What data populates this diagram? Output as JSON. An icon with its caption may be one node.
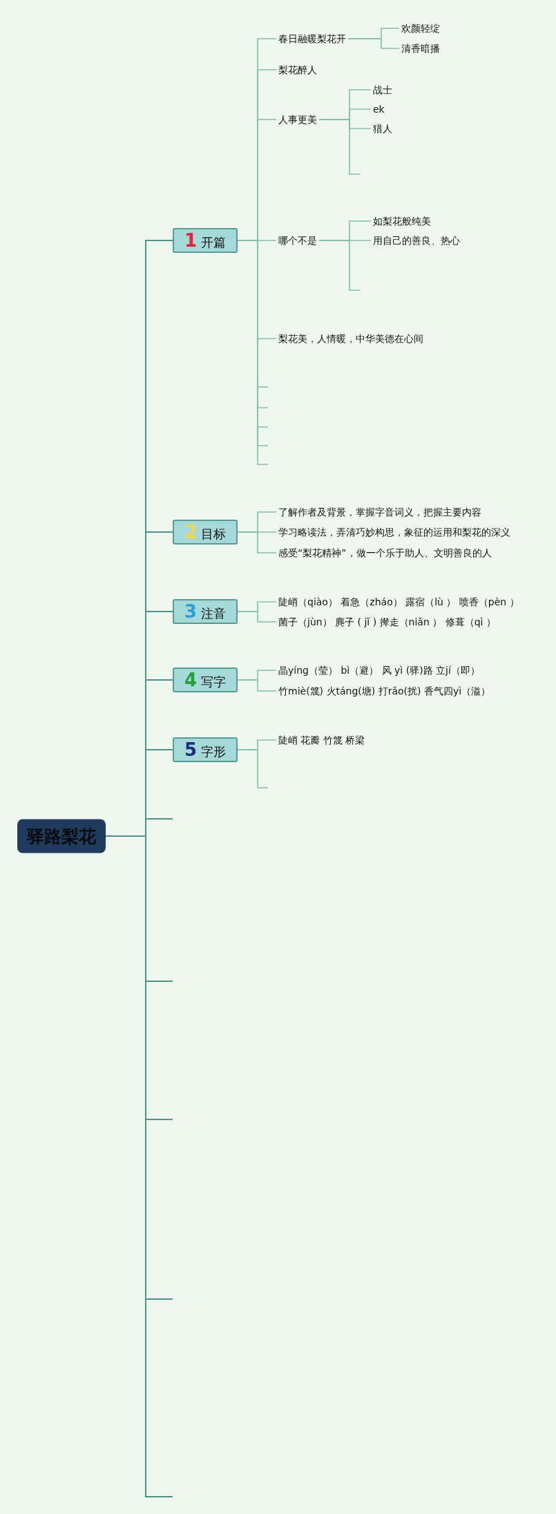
{
  "diagram": {
    "nodes": [
      {
        "text": [
          "驿路梨花"
        ]
      },
      {
        "text": [
          "1 开篇"
        ]
      },
      {
        "text": [
          "春日融暖梨花开"
        ]
      },
      {
        "text": [
          "欢颜轻绽"
        ]
      },
      {
        "text": [
          "清香暗播"
        ]
      },
      {
        "text": [
          "梨花醉人"
        ]
      },
      {
        "text": [
          "人事更美"
        ]
      },
      {
        "text": [
          "战士"
        ]
      },
      {
        "text": [
          "ek"
        ]
      },
      {
        "text": [
          "猎人"
        ]
      },
      {
        "text": [
          "哪个不是"
        ]
      },
      {
        "text": [
          "如梨花般纯美"
        ]
      },
      {
        "text": [
          "用自己的善良、热心"
        ]
      },
      {
        "text": [
          "梨花美，人情暖，中华美德在心间"
        ]
      },
      {
        "text": [
          "2 目标"
        ]
      },
      {
        "text": [
          "了解作者及背景，掌握字音词义，把握主要内容"
        ]
      },
      {
        "text": [
          "学习略读法，弄清巧妙构思，象征的运用和梨花的深义"
        ]
      },
      {
        "text": [
          "感受“梨花精神”，做一个乐于助人、文明善良的人"
        ]
      },
      {
        "text": [
          "3 注音"
        ]
      },
      {
        "text": [
          "陡峭（qiào） 着急（zháo） 露宿（lù ） 喷香（pèn ）"
        ]
      },
      {
        "text": [
          "菌子（jùn） 麂子 ( jǐ ) 撵走（niǎn ） 修葺（qì ）"
        ]
      },
      {
        "text": [
          "4 写字"
        ]
      },
      {
        "text": [
          "晶yíng（莹） bì（避） 风 yì (驿)路 立jí（即）"
        ]
      },
      {
        "text": [
          "竹miè(篾) 火táng(塘) 打rǎo(扰) 香气四yì（溢）"
        ]
      },
      {
        "text": [
          "5 字形"
        ]
      },
      {
        "text": [
          "陡峭 花瓣 竹篾 桥梁"
        ]
      }
    ],
    "edges": [
      {
        "from": 0,
        "to": 1,
        "arrow": "none"
      },
      {
        "from": 1,
        "to": 2,
        "arrow": "none"
      },
      {
        "from": 2,
        "to": 3,
        "arrow": "none"
      },
      {
        "from": 2,
        "to": 4,
        "arrow": "none"
      },
      {
        "from": 1,
        "to": 5,
        "arrow": "none"
      },
      {
        "from": 1,
        "to": 6,
        "arrow": "none"
      },
      {
        "from": 6,
        "to": 7,
        "arrow": "none"
      },
      {
        "from": 6,
        "to": 8,
        "arrow": "none"
      },
      {
        "from": 6,
        "to": 9,
        "arrow": "none"
      },
      {
        "from": 6,
        "to": null,
        "arrow": "none"
      },
      {
        "from": 1,
        "to": 10,
        "arrow": "none"
      },
      {
        "from": 10,
        "to": 11,
        "arrow": "none"
      },
      {
        "from": 10,
        "to": 12,
        "arrow": "none"
      },
      {
        "from": 10,
        "to": null,
        "arrow": "none"
      },
      {
        "from": 1,
        "to": 13,
        "arrow": "none"
      },
      {
        "from": 1,
        "to": null,
        "arrow": "none"
      },
      {
        "from": 1,
        "to": null,
        "arrow": "none"
      },
      {
        "from": 1,
        "to": null,
        "arrow": "none"
      },
      {
        "from": 1,
        "to": null,
        "arrow": "none"
      },
      {
        "from": 1,
        "to": null,
        "arrow": "none"
      },
      {
        "from": 0,
        "to": 14,
        "arrow": "none"
      },
      {
        "from": 14,
        "to": 15,
        "arrow": "none"
      },
      {
        "from": 14,
        "to": 16,
        "arrow": "none"
      },
      {
        "from": 14,
        "to": 17,
        "arrow": "none"
      },
      {
        "from": 0,
        "to": 18,
        "arrow": "none"
      },
      {
        "from": 18,
        "to": 19,
        "arrow": "none"
      },
      {
        "from": 18,
        "to": 20,
        "arrow": "none"
      },
      {
        "from": 0,
        "to": 21,
        "arrow": "none"
      },
      {
        "from": 21,
        "to": 22,
        "arrow": "none"
      },
      {
        "from": 21,
        "to": 23,
        "arrow": "none"
      },
      {
        "from": 0,
        "to": 24,
        "arrow": "none"
      },
      {
        "from": 24,
        "to": 25,
        "arrow": "none"
      },
      {
        "from": 24,
        "to": null,
        "arrow": "none"
      },
      {
        "from": 0,
        "to": null,
        "arrow": "none"
      },
      {
        "from": 0,
        "to": null,
        "arrow": "none"
      },
      {
        "from": 0,
        "to": null,
        "arrow": "none"
      },
      {
        "from": 0,
        "to": null,
        "arrow": "none"
      },
      {
        "from": 0,
        "to": null,
        "arrow": "none"
      }
    ]
  }
}
